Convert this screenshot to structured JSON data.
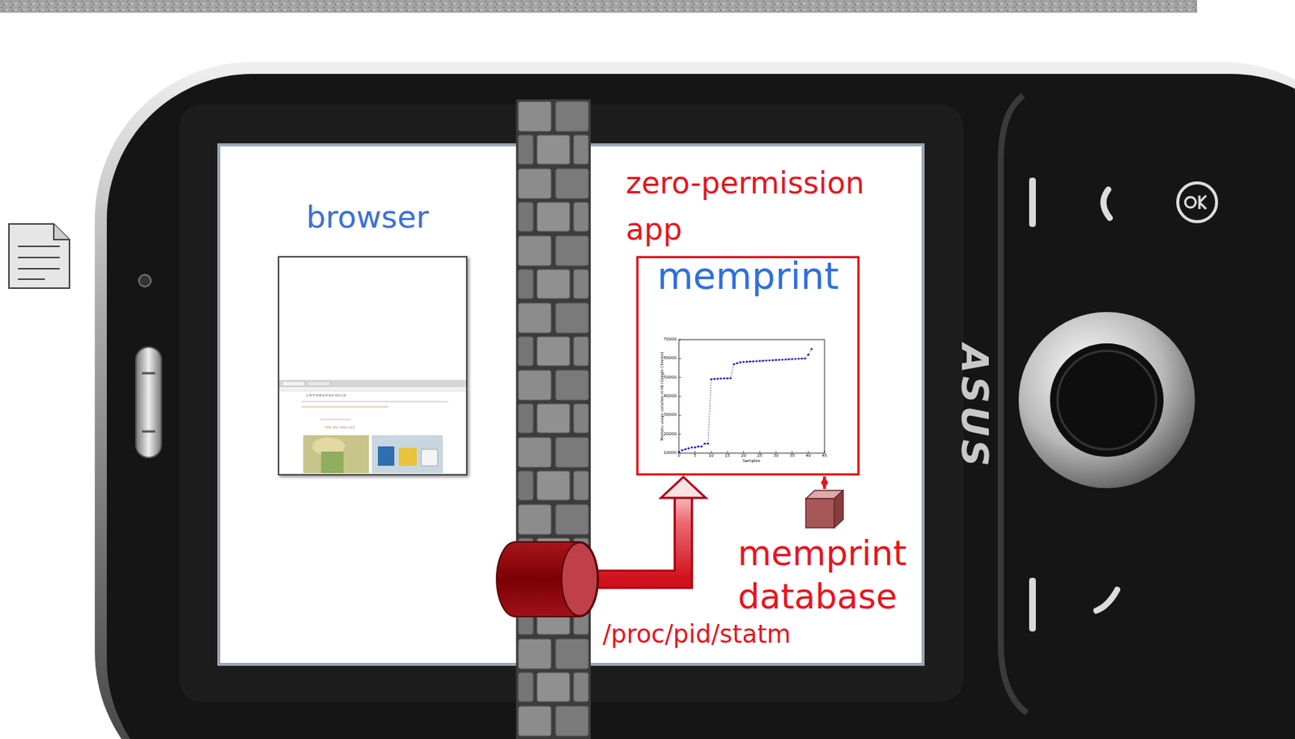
{
  "diagram": {
    "nodes": [
      {
        "text": [
          "browser"
        ]
      },
      {
        "text": [
          "zero-permission app",
          "memprint"
        ]
      },
      {
        "text": [
          "/proc/pid/statm"
        ]
      },
      {
        "text": [
          "memprint database"
        ]
      }
    ],
    "edges": [
      {
        "from": 2,
        "to": 1,
        "arrow": "to"
      },
      {
        "from": 1,
        "to": 3,
        "arrow": "both"
      }
    ],
    "labels": [
      "70000",
      "60000",
      "50000",
      "40000",
      "30000",
      "20000",
      "10000",
      "0",
      "5",
      "10",
      "15",
      "20",
      "25",
      "30",
      "35",
      "40",
      "45",
      "Samples",
      "Memory usage variation in kB (Google Chrome)",
      "ANTHROPOLOGIE",
      "THE ISLAND LIFE",
      "ASUS"
    ]
  }
}
